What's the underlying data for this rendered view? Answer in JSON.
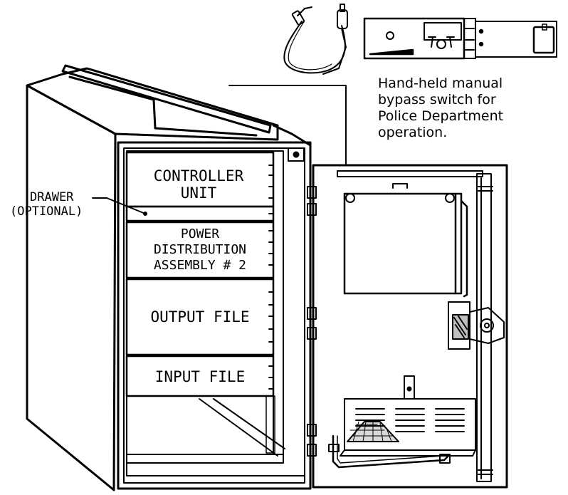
{
  "labels": {
    "controller_line1": "CONTROLLER",
    "controller_line2": "UNIT",
    "pda_line1": "POWER",
    "pda_line2": "DISTRIBUTION",
    "pda_line3": "ASSEMBLY # 2",
    "output_file": "OUTPUT FILE",
    "input_file": "INPUT FILE",
    "drawer_line1": "DRAWER",
    "drawer_line2": "(OPTIONAL)"
  },
  "caption": {
    "line1": "Hand-held manual",
    "line2": "bypass switch for",
    "line3": "Police Department",
    "line4": "operation."
  }
}
